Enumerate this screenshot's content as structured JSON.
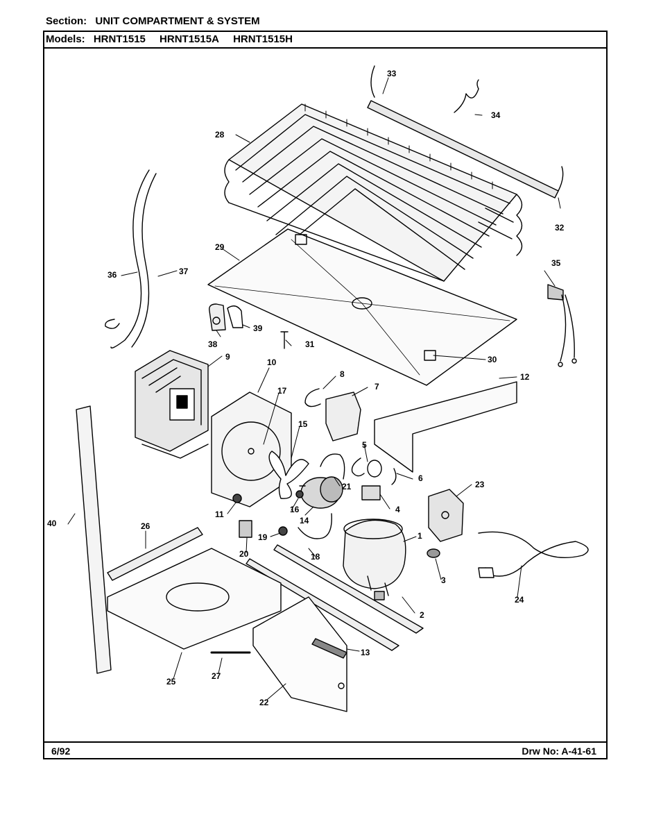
{
  "header": {
    "section_label": "Section:",
    "section_value": "UNIT COMPARTMENT & SYSTEM",
    "models_label": "Models:",
    "models": [
      "HRNT1515",
      "HRNT1515A",
      "HRNT1515H"
    ]
  },
  "footer": {
    "date": "6/92",
    "drawing_number": "Drw No: A-41-61"
  },
  "callouts": [
    "1",
    "2",
    "3",
    "4",
    "5",
    "6",
    "7",
    "8",
    "9",
    "10",
    "11",
    "12",
    "13",
    "14",
    "15",
    "16",
    "17",
    "18",
    "19",
    "20",
    "21",
    "22",
    "23",
    "24",
    "25",
    "26",
    "27",
    "28",
    "29",
    "30",
    "31",
    "32",
    "33",
    "34",
    "35",
    "36",
    "37",
    "38",
    "39",
    "40"
  ]
}
